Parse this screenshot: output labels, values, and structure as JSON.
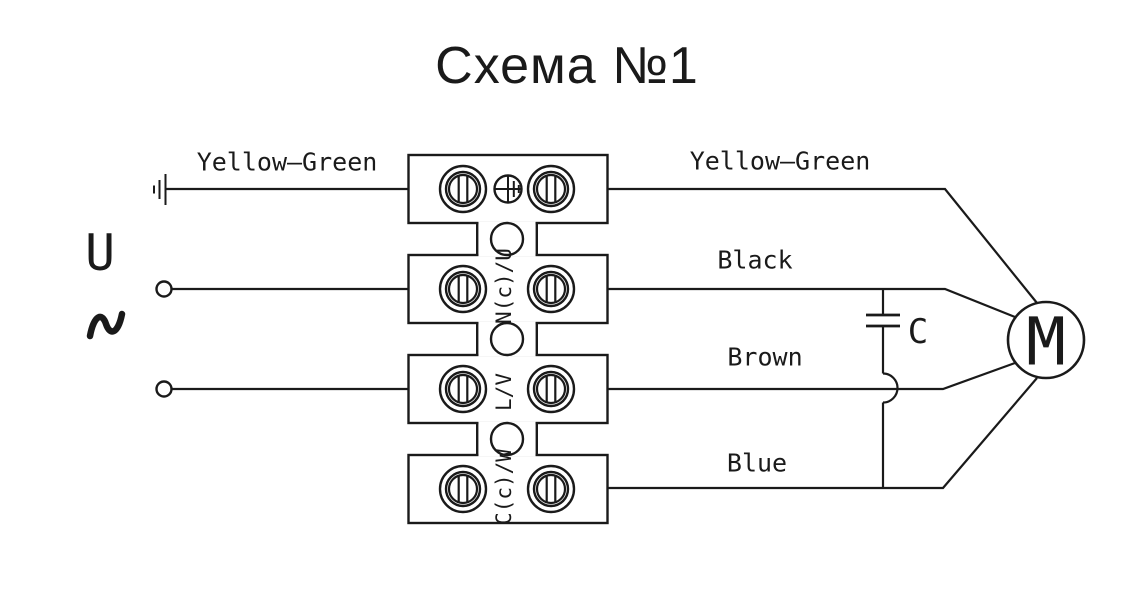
{
  "title": "Схема №1",
  "colors": {
    "ink": "#1a1a1a",
    "background": "#ffffff"
  },
  "source": {
    "voltage_label": "U",
    "ac_symbol": "~"
  },
  "labels": {
    "earth_left": "Yellow—Green",
    "earth_right": "Yellow—Green",
    "phase_black": "Black",
    "phase_brown": "Brown",
    "phase_blue": "Blue"
  },
  "terminal_block": {
    "sections": [
      {
        "label": ""
      },
      {
        "label": "N(c)/U"
      },
      {
        "label": "L/V"
      },
      {
        "label": "C(c)/W"
      }
    ]
  },
  "capacitor": {
    "label": "C"
  },
  "motor": {
    "label": "M"
  },
  "icons": {
    "earth": "earth-ground-symbol",
    "ac_wave": "sine-wave-symbol",
    "source_terminal": "open-circle-terminal",
    "screw": "screw-terminal-head"
  }
}
